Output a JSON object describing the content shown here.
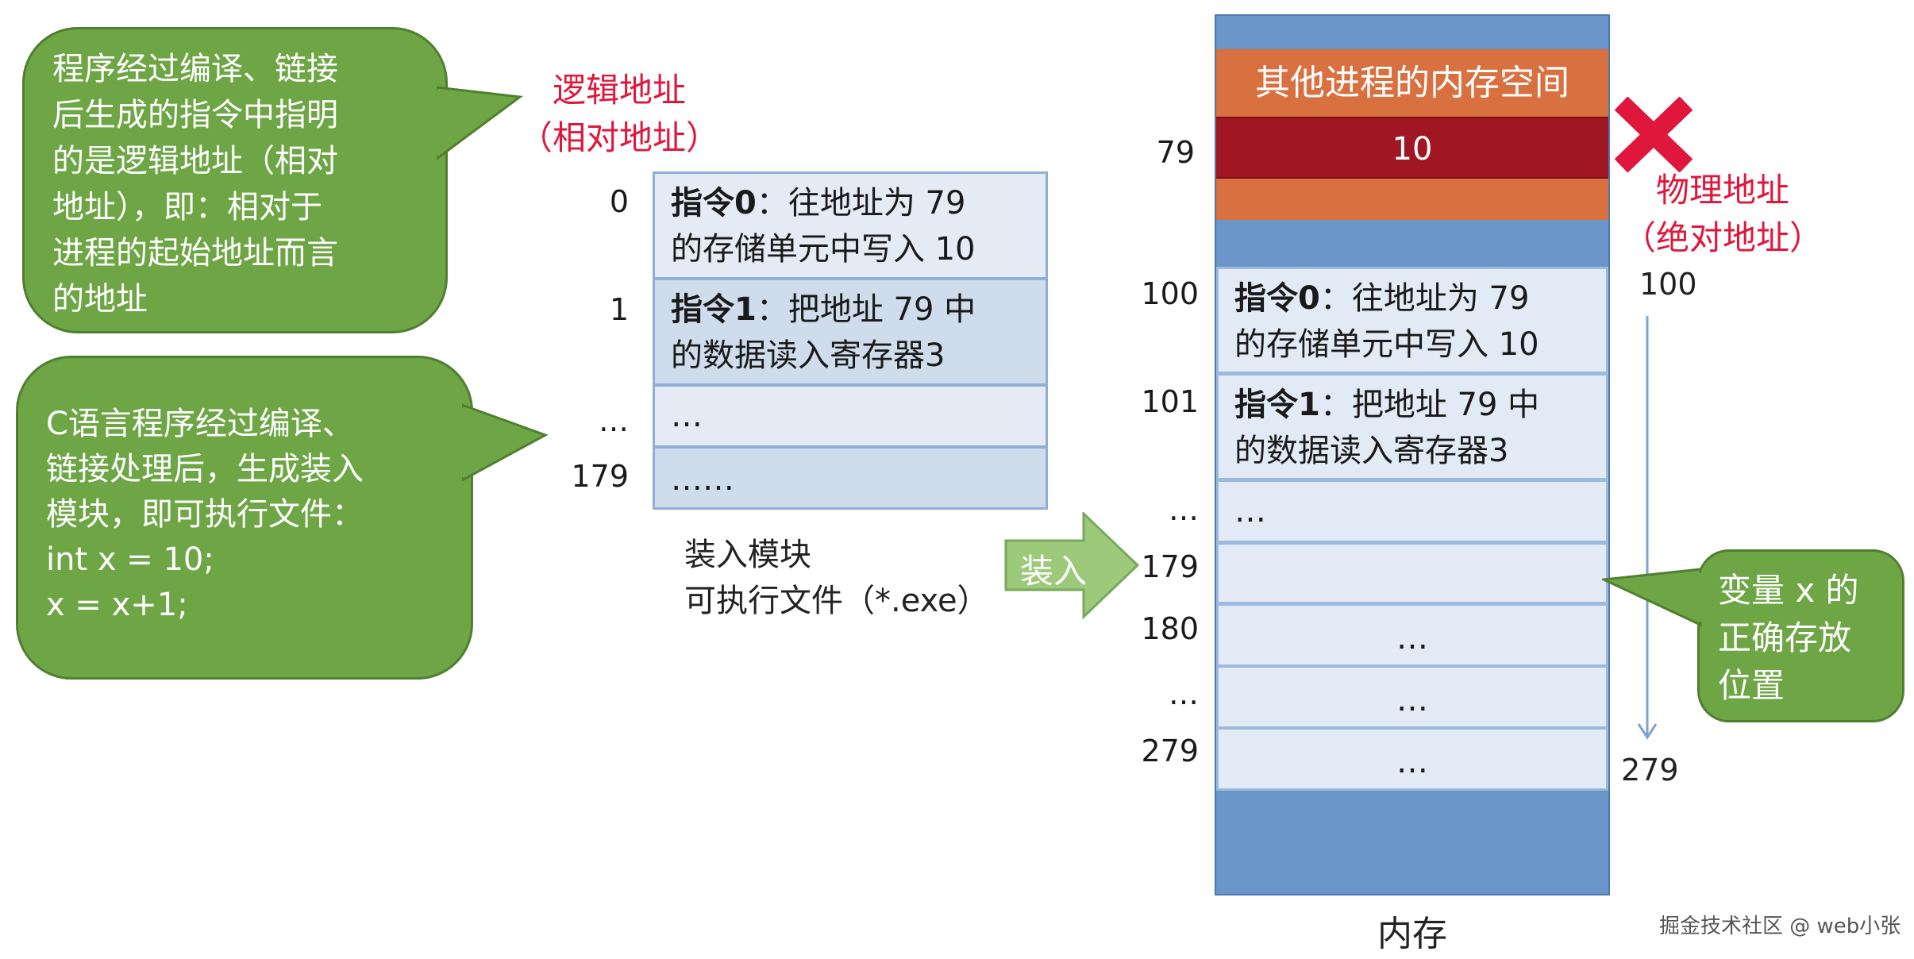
{
  "bubbles": {
    "top_lines": [
      "程序经过编译、链接",
      "后生成的指令中指明",
      "的是逻辑地址（相对",
      "地址），即：相对于",
      "进程的起始地址而言",
      "的地址"
    ],
    "middle_lines": [
      "C语言程序经过编译、",
      "链接处理后，生成装入",
      "模块，即可执行文件：",
      "int x = 10;",
      "x = x+1;"
    ],
    "right_lines": [
      "变量 x 的",
      "正确存放",
      "位置"
    ]
  },
  "logical_label": {
    "line1": "逻辑地址",
    "line2": "（相对地址）"
  },
  "physical_label": {
    "line1": "物理地址",
    "line2": "（绝对地址）"
  },
  "module": {
    "rows": [
      {
        "addr": "0",
        "bold": "指令0",
        "rest1": "：往地址为 79",
        "line2": "的存储单元中写入 10"
      },
      {
        "addr": "1",
        "bold": "指令1",
        "rest1": "：把地址 79 中",
        "line2": "的数据读入寄存器3"
      },
      {
        "addr": "…",
        "text": "…"
      },
      {
        "addr": "179",
        "text": "……"
      }
    ],
    "caption1": "装入模块",
    "caption2": "可执行文件（*.exe）"
  },
  "load_arrow_label": "装入",
  "memory": {
    "other_process": "其他进程的内存空间",
    "cell_79_value": "10",
    "addr_79": "79",
    "rows": [
      {
        "addr": "100",
        "bold": "指令0",
        "rest1": "：往地址为 79",
        "line2": "的存储单元中写入 10"
      },
      {
        "addr": "101",
        "bold": "指令1",
        "rest1": "：把地址 79 中",
        "line2": "的数据读入寄存器3"
      },
      {
        "addr": "…",
        "text": "…"
      },
      {
        "addr": "179",
        "text": ""
      },
      {
        "addr": "180",
        "text": "…"
      },
      {
        "addr": "…",
        "text": "…"
      },
      {
        "addr": "279",
        "text": "…"
      }
    ],
    "caption": "内存",
    "range_start": "100",
    "range_end": "279"
  },
  "watermark": "掘金技术社区 @ web小张",
  "colors": {
    "bubble_green": "#6ea646",
    "orange": "#d9703f",
    "dark_red": "#a01622",
    "memory_blue": "#6a95c8",
    "cross_red": "#e0173c",
    "arrow_green": "#9cc97a"
  }
}
